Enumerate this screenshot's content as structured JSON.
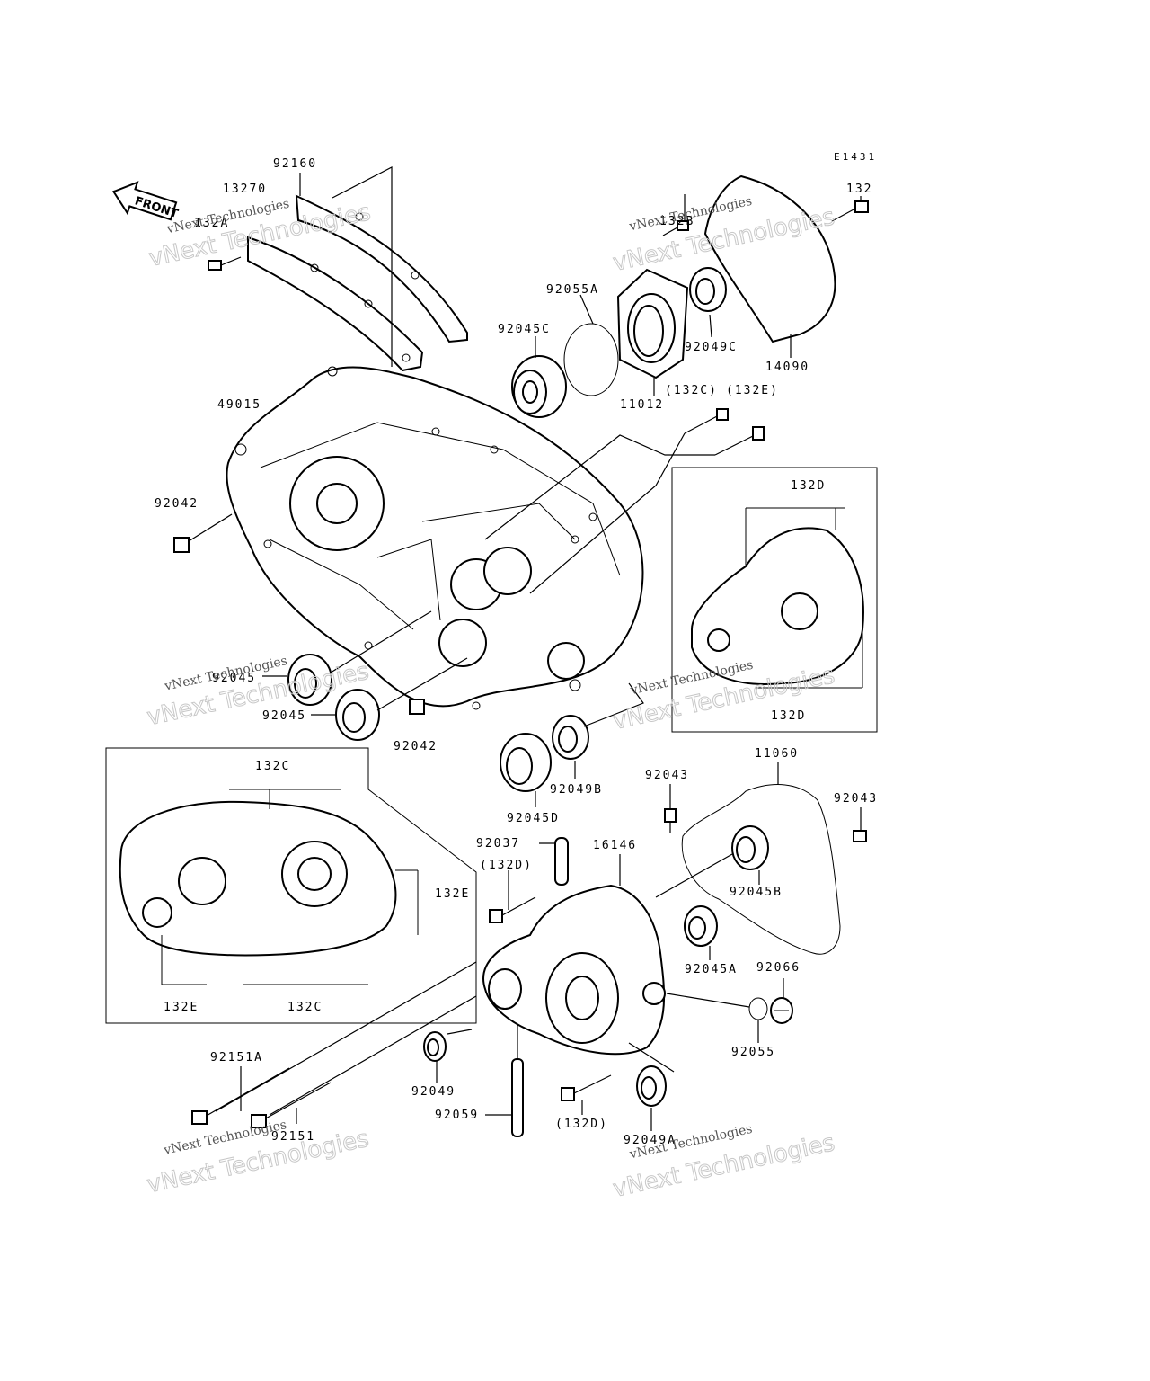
{
  "diagram_code": "E1431",
  "front_label": "FRONT",
  "watermark_small": "vNext Technologies",
  "watermark_big": "vNext Technologies",
  "labels": {
    "l92160": "92160",
    "l13270": "13270",
    "l132a": "132A",
    "l132b": "132B",
    "l92055a": "92055A",
    "l92045c": "92045C",
    "l92049c": "92049C",
    "l132_top": "132",
    "l14090": "14090",
    "l11012": "11012",
    "l132c_paren": "(132C)",
    "l132e_paren": "(132E)",
    "l49015": "49015",
    "l92042_top": "92042",
    "l132d_top": "132D",
    "l132d_bottom": "132D",
    "l92045_a": "92045",
    "l92045_b": "92045",
    "l92042_bottom": "92042",
    "l92045d": "92045D",
    "l92049b": "92049B",
    "l11060": "11060",
    "l92043_left": "92043",
    "l92043_right": "92043",
    "l132c_inset_top": "132C",
    "l132e_inset_right": "132E",
    "l132e_inset_bottom": "132E",
    "l132c_inset_bottom": "132C",
    "l92037": "92037",
    "l132d_paren_a": "(132D)",
    "l16146": "16146",
    "l92045b": "92045B",
    "l92045a": "92045A",
    "l92066": "92066",
    "l92055": "92055",
    "l92151a": "92151A",
    "l92151": "92151",
    "l92049": "92049",
    "l92059": "92059",
    "l132d_paren_b": "(132D)",
    "l92049a": "92049A"
  }
}
